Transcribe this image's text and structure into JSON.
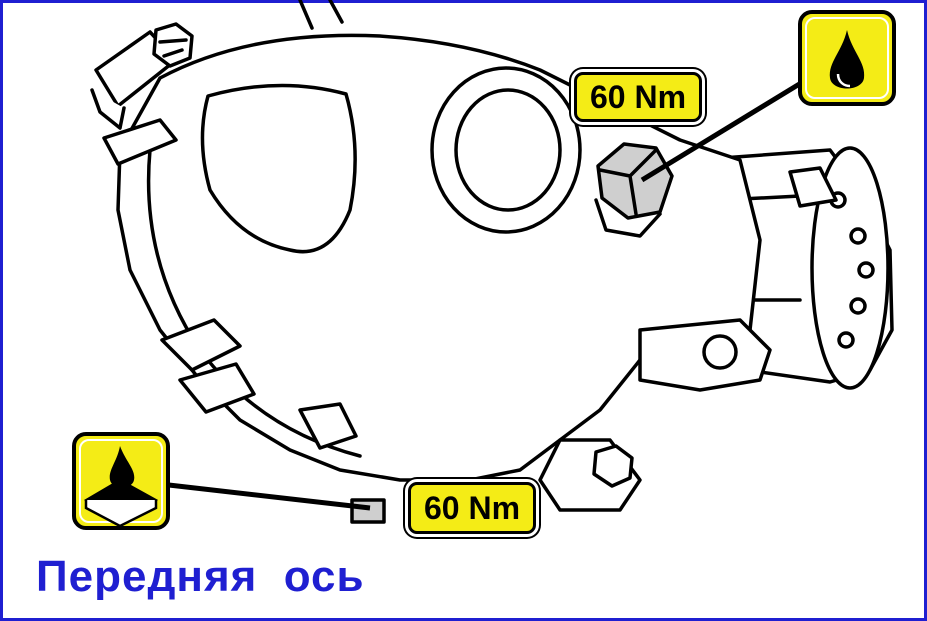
{
  "colors": {
    "frame": "#1f1fd1",
    "caption": "#1f1fd1",
    "label_fill": "#f4ec16",
    "outline": "#000000"
  },
  "icons": {
    "fill_plug": "oil-drop-icon",
    "drain_plug": "oil-drain-pan-icon"
  },
  "labels": {
    "fill_plug_torque": "60 Nm",
    "drain_plug_torque": "60 Nm"
  },
  "caption": "Передняя  ось"
}
